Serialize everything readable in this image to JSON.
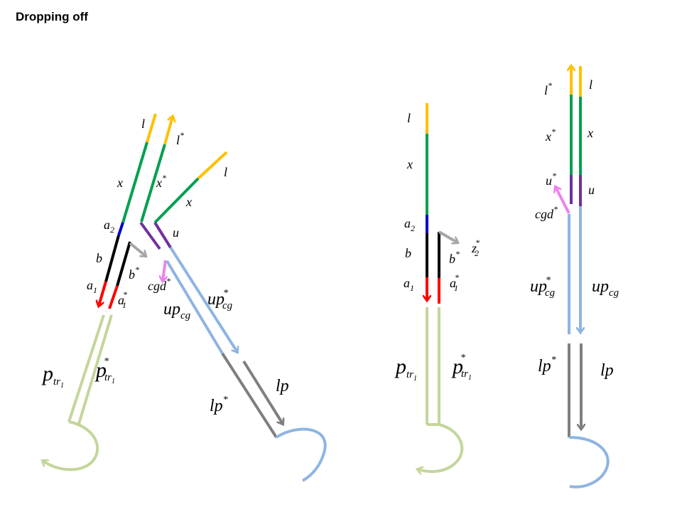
{
  "title": "Dropping off",
  "colors": {
    "l": "#FFC000",
    "x": "#00A050",
    "a2": "#0000CC",
    "b": "#000000",
    "a1": "#FF0000",
    "u": "#7030A0",
    "up_cg": "#8EB4E3",
    "lp": "#7F7F7F",
    "p_tr": "#C3D69B",
    "cgd": "#EE82EE",
    "z2": "#A6A6A6"
  },
  "labels": {
    "l": "l",
    "l_star": "l",
    "x": "x",
    "x_star": "x",
    "u": "u",
    "u_star": "u",
    "a": "a",
    "b": "b",
    "z": "z",
    "cgd": "cgd",
    "up": "up",
    "cg": "cg",
    "lp": "lp",
    "p": "p",
    "tr": "tr",
    "one": "1",
    "two": "2",
    "star": "*"
  }
}
